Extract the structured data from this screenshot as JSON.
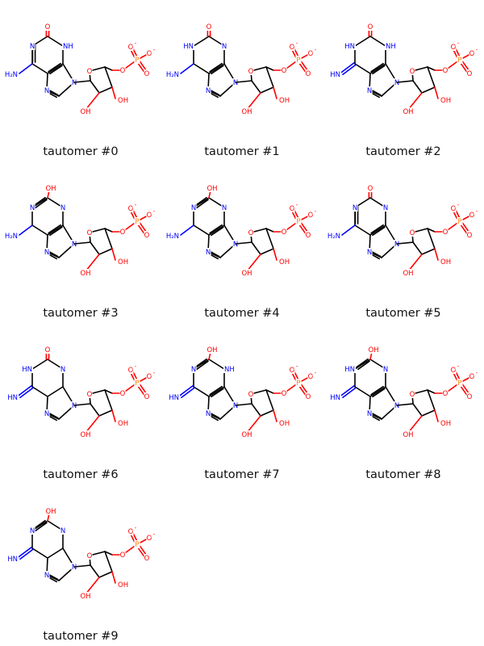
{
  "colors": {
    "bond": "#000000",
    "nitrogen": "#0000ff",
    "oxygen": "#ff0000",
    "phosphorus": "#ff8000"
  },
  "atoms": {
    "O": "O",
    "N": "N",
    "NH": "NH",
    "HN": "HN",
    "H2N": "H₂N",
    "OH": "OH",
    "P": "P",
    "Ominus": "O",
    "minus": "-"
  },
  "tautomers": [
    {
      "caption": "tautomer #0",
      "exo_n": "amine",
      "c2": "keto",
      "n1": "N",
      "n3": "NH",
      "h_c5": false
    },
    {
      "caption": "tautomer #1",
      "exo_n": "amine",
      "c2": "keto",
      "n1": "NH",
      "n3": "N",
      "h_c5": false
    },
    {
      "caption": "tautomer #2",
      "exo_n": "imine",
      "c2": "keto",
      "n1": "NH",
      "n3": "NH",
      "h_c5": false
    },
    {
      "caption": "tautomer #3",
      "exo_n": "amine",
      "c2": "enol",
      "n1": "N",
      "n3": "N",
      "h_c5": false
    },
    {
      "caption": "tautomer #4",
      "exo_n": "amine",
      "c2": "enol",
      "n1": "N",
      "n3": "N",
      "h_c5": false
    },
    {
      "caption": "tautomer #5",
      "exo_n": "amine",
      "c2": "keto",
      "n1": "N",
      "n3": "N",
      "h_c5": false
    },
    {
      "caption": "tautomer #6",
      "exo_n": "imine",
      "c2": "keto",
      "n1": "NH",
      "n3": "N",
      "h_c5": true
    },
    {
      "caption": "tautomer #7",
      "exo_n": "imine",
      "c2": "enol",
      "n1": "N",
      "n3": "NH",
      "h_c5": false
    },
    {
      "caption": "tautomer #8",
      "exo_n": "imine",
      "c2": "enol",
      "n1": "NH",
      "n3": "N",
      "h_c5": false
    },
    {
      "caption": "tautomer #9",
      "exo_n": "imine",
      "c2": "enol",
      "n1": "N",
      "n3": "N",
      "h_c5": true
    }
  ]
}
